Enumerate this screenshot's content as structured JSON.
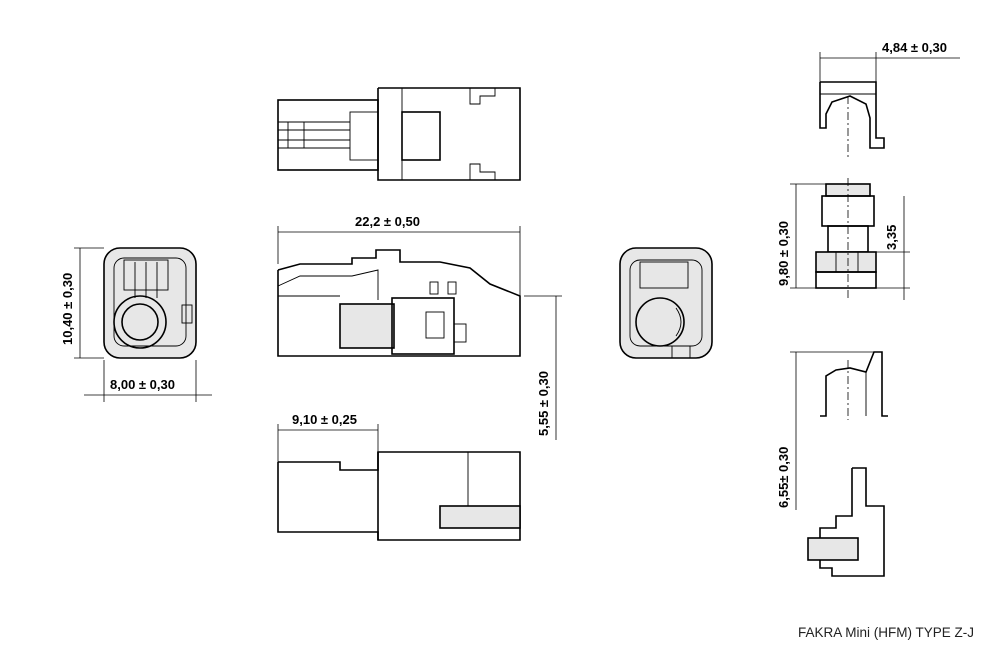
{
  "dimensions": {
    "length": "22,2 ± 0,50",
    "height_front": "10,40 ± 0,30",
    "width_front": "8,00 ± 0,30",
    "offset_side": "5,55 ± 0,30",
    "bottom_length": "9,10 ± 0,25",
    "clip_width": "4,84 ± 0,30",
    "clip_height": "9,80 ± 0,30",
    "clip_gap": "3,35",
    "clip_lower": "6,55± 0,30"
  },
  "caption": "FAKRA Mini (HFM) TYPE Z-J",
  "colors": {
    "line": "#000000",
    "fill": "#e7e7e7",
    "background": "#ffffff"
  }
}
